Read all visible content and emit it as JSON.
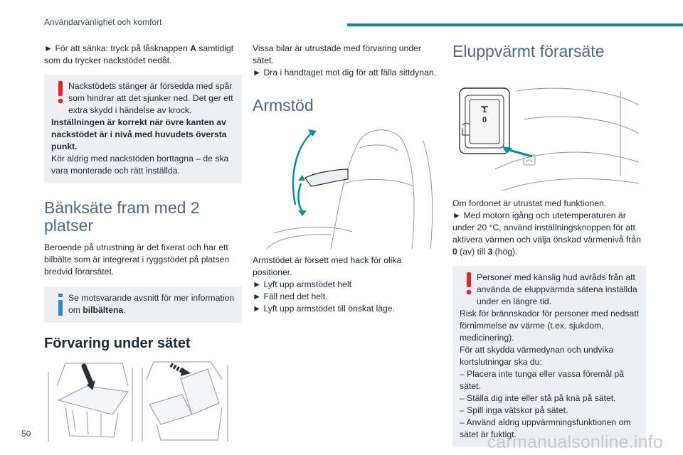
{
  "header": {
    "title": "Användarvänlighet och komfort"
  },
  "page_number": "50",
  "watermark": "carmanualsonline.info",
  "col1": {
    "intro_prefix": "► För att sänka: tryck på låsknappen ",
    "intro_bold": "A",
    "intro_suffix": " samtidigt som du trycker nackstödet nedåt.",
    "warning": {
      "line1": "Nackstödets stänger är försedda med spår som hindrar att det sjunker ned. Det ger ett extra skydd i händelse av krock.",
      "bold": "Inställningen är korrekt när övre kanten av nackstödet är i nivå med huvudets översta punkt.",
      "line2": "Kör aldrig med nackstöden borttagna – de ska vara monterade och rätt inställda."
    },
    "section1_title": "Bänksäte fram med 2 platser",
    "section1_text": "Beroende på utrustning är det fixerat och har ett bilbälte som är integrerat i ryggstödet på platsen bredvid förarsätet.",
    "info": {
      "text_prefix": "Se motsvarande avsnitt för mer information om ",
      "text_bold": "bilbältena",
      "text_suffix": "."
    },
    "section2_title": "Förvaring under sätet"
  },
  "col2": {
    "intro": "Vissa bilar är utrustade med förvaring under sätet.",
    "step": "► Dra i handtaget mot dig för att fälla sittdynan.",
    "section_title": "Armstöd",
    "desc": "Armstödet är försett med hack för olika positioner.",
    "steps": [
      "► Lyft upp armstödet helt",
      "► Fäll ned det helt.",
      "► Lyft upp armstödet till önskat läge."
    ]
  },
  "col3": {
    "section_title": "Eluppvärmt förarsäte",
    "switch_labels": [
      "1",
      "0"
    ],
    "desc": "Om fordonet är utrustat med funktionen.",
    "step_p1": "► Med motorn igång och utetemperaturen är under 20 °C, använd inställningsknoppen för att aktivera värmen och välja önskad värmenivå från ",
    "step_b1": "0",
    "step_p2": " (av) till ",
    "step_b2": "3",
    "step_p3": " (hög).",
    "warning": {
      "lines": [
        "Personer med känslig hud avråds från att använda de eluppvärmda sätena inställda under en längre tid.",
        "Risk för brännskador för personer med nedsatt förnimmelse av värme (t.ex. sjukdom, medicinering).",
        "För att skydda värmedynan och undvika kortslutningar ska du:",
        "– Placera inte tunga eller vassa föremål på sätet.",
        "– Ställa dig inte eller stå på knä på sätet.",
        "– Spill inga vätskor på sätet.",
        "– Använd aldrig uppvärmningsfunktionen om sätet är fuktigt."
      ]
    }
  },
  "colors": {
    "accent": "#00909a",
    "warning_red": "#e3242b",
    "info_blue": "#2d8ac8",
    "box_bg": "#eef1f3",
    "heading_blue": "#4b6a86"
  }
}
